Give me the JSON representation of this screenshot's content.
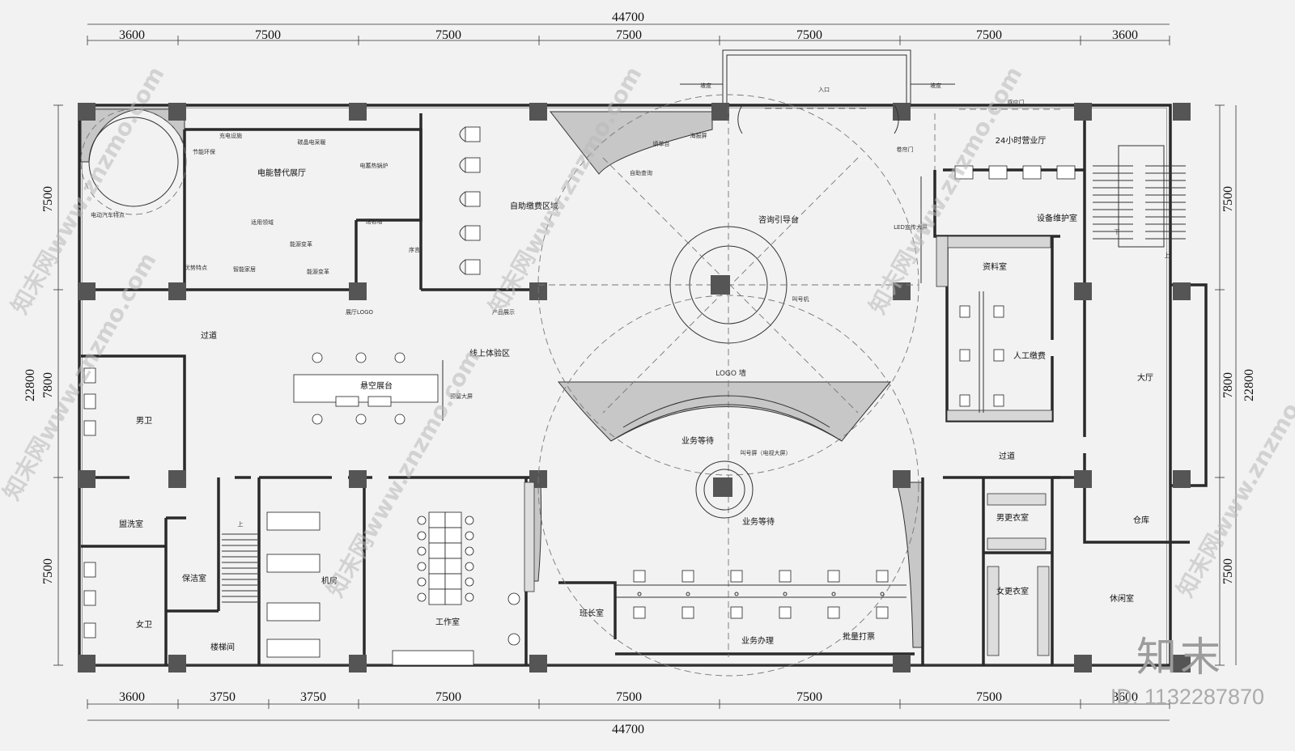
{
  "dims": {
    "total_w": "44700",
    "top": [
      "3600",
      "7500",
      "7500",
      "7500",
      "7500",
      "7500",
      "3600"
    ],
    "bottom": [
      "3600",
      "3750",
      "3750",
      "7500",
      "7500",
      "7500",
      "7500",
      "3600"
    ],
    "left": [
      "7500",
      "7800",
      "7500"
    ],
    "total_h": "22800",
    "right": [
      "7500",
      "7800",
      "7500"
    ]
  },
  "rooms": {
    "electric": "电能替代展厅",
    "selfpay": "自助缴费区域",
    "consult": "咨询引导台",
    "hall24": "24小时营业厅",
    "device": "设备维护室",
    "data": "资料室",
    "manual": "人工缴费",
    "lobby": "大厅",
    "corridor_l": "过道",
    "corridor_r": "过道",
    "online": "线上体验区",
    "floating": "悬空展台",
    "male_wc": "男卫",
    "wash": "盥洗室",
    "clean": "保洁室",
    "female_wc": "女卫",
    "stair": "楼梯间",
    "machine": "机房",
    "work": "工作室",
    "wait1": "业务等待",
    "wait2": "业务等待",
    "leader": "班长室",
    "business": "业务办理",
    "batch": "批量打票",
    "male_lock": "男更衣室",
    "female_lock": "女更衣室",
    "storage": "仓库",
    "rest": "休闲室"
  },
  "notes": {
    "ramp_l": "坡度",
    "ramp_r": "坡度",
    "entrance": "入口",
    "sensor": "感应门",
    "rolling": "卷帘门",
    "led": "LED宣传大屏",
    "caller": "叫号机",
    "poster": "海报屏",
    "form": "填单台",
    "selfquery": "自助查询",
    "logowall": "LOGO 墙",
    "callscreen": "叫号屏（电视大屏）",
    "hall_logo": "展厅LOGO",
    "product": "产品展示",
    "preface": "序言",
    "hallname": "馆名墙",
    "bigscreen": "预留大屏",
    "charge": "充电设施",
    "saving": "节能环保",
    "carbon": "碳晶电采暖",
    "boiler": "电蓄热锅炉",
    "ev": "电动汽车特点",
    "fields": "适用领域",
    "energy1": "能源变革",
    "energy2": "能源变革",
    "advantage": "优势特点",
    "smarthome": "智能家居",
    "down": "下",
    "up": "上",
    "up2": "上"
  },
  "watermarks": [
    "知末网www.znzmo.com",
    "知末网www.znzmo.com",
    "知末网www.znzmo.com",
    "知末网www.znzmo.com",
    "知末网www.znzmo.com",
    "知末网www.znzmo.com"
  ],
  "brand": {
    "logo": "知末",
    "id": "ID: 1132287870"
  }
}
